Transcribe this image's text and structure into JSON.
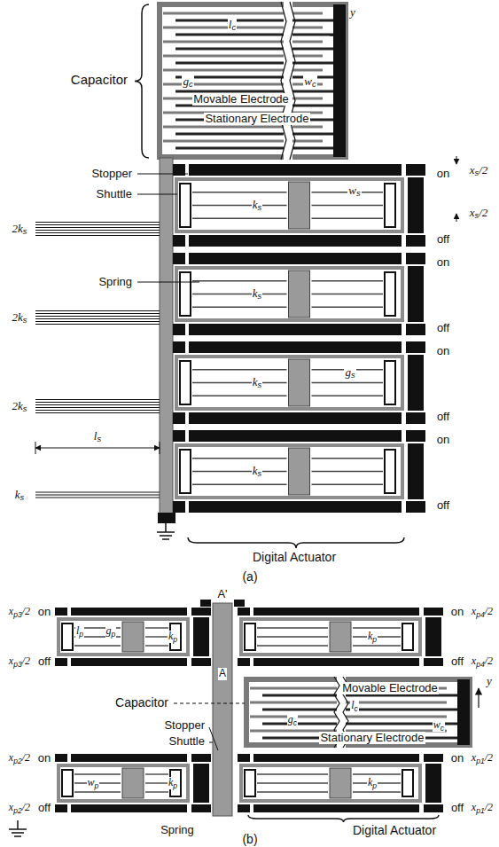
{
  "diagram": {
    "labels": [
      "Capacitor",
      "Movable Electrode",
      "Stationary Electrode",
      "lc",
      "gc",
      "wc",
      "y",
      "Stopper",
      "Shuttle",
      "ks",
      "ws",
      "on",
      "xs/2",
      "xs/2",
      "off",
      "on",
      "Spring",
      "2ks",
      "ks",
      "off",
      "on",
      "2ks",
      "ks",
      "gs",
      "off",
      "on",
      "ls",
      "2ks",
      "ks",
      "off",
      "ks",
      "Digital Actuator",
      "(a)",
      "xp3/2",
      "on",
      "A'",
      "on",
      "xp4/2",
      "lp",
      "gp",
      "kp",
      "kp",
      "A",
      "xp3/2",
      "off",
      "Movable Electrode",
      "off",
      "xp4/2",
      "Capacitor",
      "lc",
      "gc",
      "y",
      "wc",
      "xp2/2",
      "on",
      "Stopper",
      "Shuttle",
      "Stationary Electrode",
      "on",
      "xp1/2",
      "wp",
      "kp",
      "kp",
      "xp2/2",
      "off",
      "off",
      "xp1/2",
      "Spring",
      "Digital Actuator",
      "(b)"
    ]
  }
}
